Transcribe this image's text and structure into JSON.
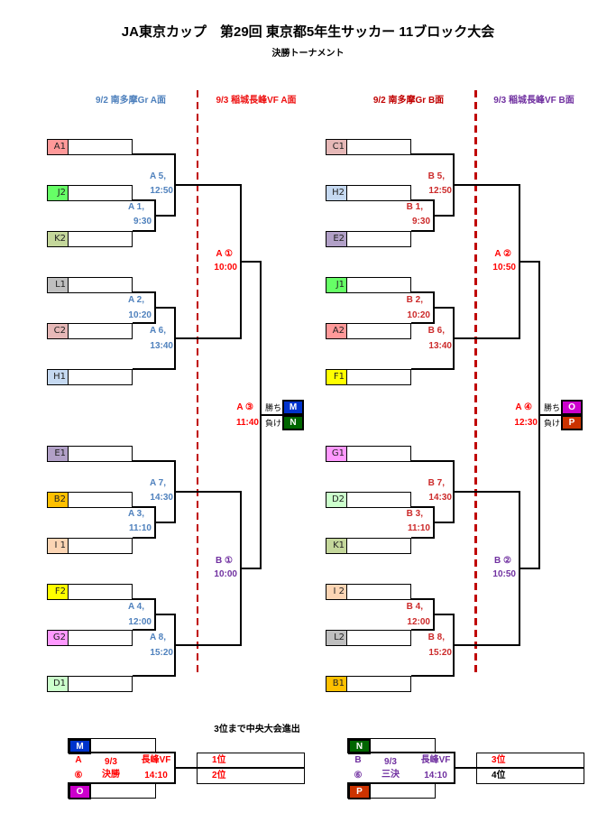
{
  "header": {
    "title": "JA東京カップ　第29回 東京都5年生サッカー 11ブロック大会",
    "subtitle": "決勝トーナメント"
  },
  "columns": [
    {
      "label": "9/2 南多摩Gr A面",
      "color": "#4f81bd"
    },
    {
      "label": "9/3 稲城長峰VF A面",
      "color": "#ee1111"
    },
    {
      "label": "9/2 南多摩Gr B面",
      "color": "#c00000"
    },
    {
      "label": "9/3 稲城長峰VF B面",
      "color": "#7030a0"
    }
  ],
  "halves": [
    {
      "teams": [
        {
          "name": "A1",
          "color": "#ff9999"
        },
        {
          "name": "J2",
          "color": "#66ff66"
        },
        {
          "name": "K2",
          "color": "#c4d79b"
        },
        {
          "name": "L1",
          "color": "#bfbfbf"
        },
        {
          "name": "C2",
          "color": "#e6b8b7"
        },
        {
          "name": "H1",
          "color": "#c5d9f1"
        },
        {
          "name": "E1",
          "color": "#b1a0c7"
        },
        {
          "name": "B2",
          "color": "#ffc000"
        },
        {
          "name": "I 1",
          "color": "#fcd5b4"
        },
        {
          "name": "F2",
          "color": "#ffff00"
        },
        {
          "name": "G2",
          "color": "#ff99ff"
        },
        {
          "name": "D1",
          "color": "#ccffcc"
        }
      ],
      "match_color": "#4f81bd",
      "groups": [
        {
          "matches": [
            {
              "id": "A 5,",
              "time": "12:50"
            },
            {
              "id": "A 1,",
              "time": "9:30"
            }
          ]
        },
        {
          "matches": [
            {
              "id": "A 2,",
              "time": "10:20"
            },
            {
              "id": "A 6,",
              "time": "13:40"
            }
          ]
        },
        {
          "matches": [
            {
              "id": "A 7,",
              "time": "14:30"
            },
            {
              "id": "A 3,",
              "time": "11:10"
            }
          ]
        },
        {
          "matches": [
            {
              "id": "A 4,",
              "time": "12:00"
            },
            {
              "id": "A 8,",
              "time": "15:20"
            }
          ]
        }
      ],
      "semis": [
        {
          "id": "A ①",
          "time": "10:00",
          "color": "#ff0000"
        },
        {
          "id": "B ①",
          "time": "10:00",
          "color": "#7030a0"
        }
      ],
      "final": {
        "id": "A ③",
        "time": "11:40",
        "color": "#ff0000",
        "win_label": "勝ち",
        "lose_label": "負け",
        "winner": {
          "code": "M",
          "color": "#0033cc"
        },
        "loser": {
          "code": "N",
          "color": "#006600"
        }
      }
    },
    {
      "teams": [
        {
          "name": "C1",
          "color": "#e6b8b7"
        },
        {
          "name": "H2",
          "color": "#c5d9f1"
        },
        {
          "name": "E2",
          "color": "#b1a0c7"
        },
        {
          "name": "J1",
          "color": "#66ff66"
        },
        {
          "name": "A2",
          "color": "#ff9999"
        },
        {
          "name": "F1",
          "color": "#ffff00"
        },
        {
          "name": "G1",
          "color": "#ff99ff"
        },
        {
          "name": "D2",
          "color": "#ccffcc"
        },
        {
          "name": "K1",
          "color": "#c4d79b"
        },
        {
          "name": "I 2",
          "color": "#fcd5b4"
        },
        {
          "name": "L2",
          "color": "#bfbfbf"
        },
        {
          "name": "B1",
          "color": "#ffc000"
        }
      ],
      "match_color": "#cc2a2a",
      "groups": [
        {
          "matches": [
            {
              "id": "B 5,",
              "time": "12:50"
            },
            {
              "id": "B 1,",
              "time": "9:30"
            }
          ]
        },
        {
          "matches": [
            {
              "id": "B 2,",
              "time": "10:20"
            },
            {
              "id": "B 6,",
              "time": "13:40"
            }
          ]
        },
        {
          "matches": [
            {
              "id": "B 7,",
              "time": "14:30"
            },
            {
              "id": "B 3,",
              "time": "11:10"
            }
          ]
        },
        {
          "matches": [
            {
              "id": "B 4,",
              "time": "12:00"
            },
            {
              "id": "B 8,",
              "time": "15:20"
            }
          ]
        }
      ],
      "semis": [
        {
          "id": "A ②",
          "time": "10:50",
          "color": "#ff0000"
        },
        {
          "id": "B ②",
          "time": "10:50",
          "color": "#7030a0"
        }
      ],
      "final": {
        "id": "A ④",
        "time": "12:30",
        "color": "#ff0000",
        "win_label": "勝ち",
        "lose_label": "負け",
        "winner": {
          "code": "O",
          "color": "#cc00cc"
        },
        "loser": {
          "code": "P",
          "color": "#cc3300"
        }
      }
    }
  ],
  "bottom": {
    "note": "3位まで中央大会進出",
    "finals": [
      {
        "top_code": "M",
        "top_color": "#0033cc",
        "bottom_code": "O",
        "bottom_color": "#cc00cc",
        "group": "A",
        "number": "⑥",
        "date": "9/3",
        "round": "決勝",
        "venue": "長峰VF",
        "time": "14:10",
        "text_color": "#ff0000",
        "results": [
          {
            "label": "1位",
            "color": "#ff0000"
          },
          {
            "label": "2位",
            "color": "#ff0000"
          }
        ]
      },
      {
        "top_code": "N",
        "top_color": "#006600",
        "bottom_code": "P",
        "bottom_color": "#cc3300",
        "group": "B",
        "number": "⑥",
        "date": "9/3",
        "round": "三決",
        "venue": "長峰VF",
        "time": "14:10",
        "text_color": "#7030a0",
        "results": [
          {
            "label": "3位",
            "color": "#ff0000"
          },
          {
            "label": "4位",
            "color": "#000000"
          }
        ]
      }
    ]
  }
}
